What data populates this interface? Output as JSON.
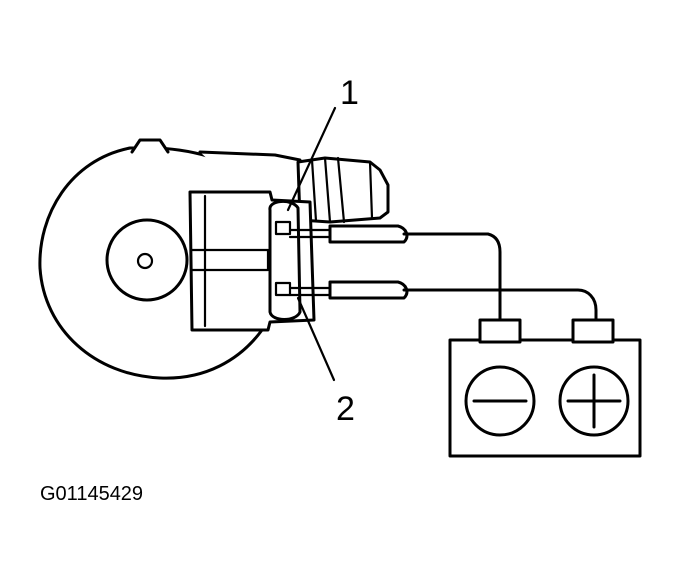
{
  "callouts": {
    "one": "1",
    "two": "2"
  },
  "battery": {
    "negative_symbol": "minus",
    "positive_symbol": "plus"
  },
  "figure_id": "G01145429",
  "colors": {
    "line": "#000000",
    "background": "#ffffff"
  }
}
